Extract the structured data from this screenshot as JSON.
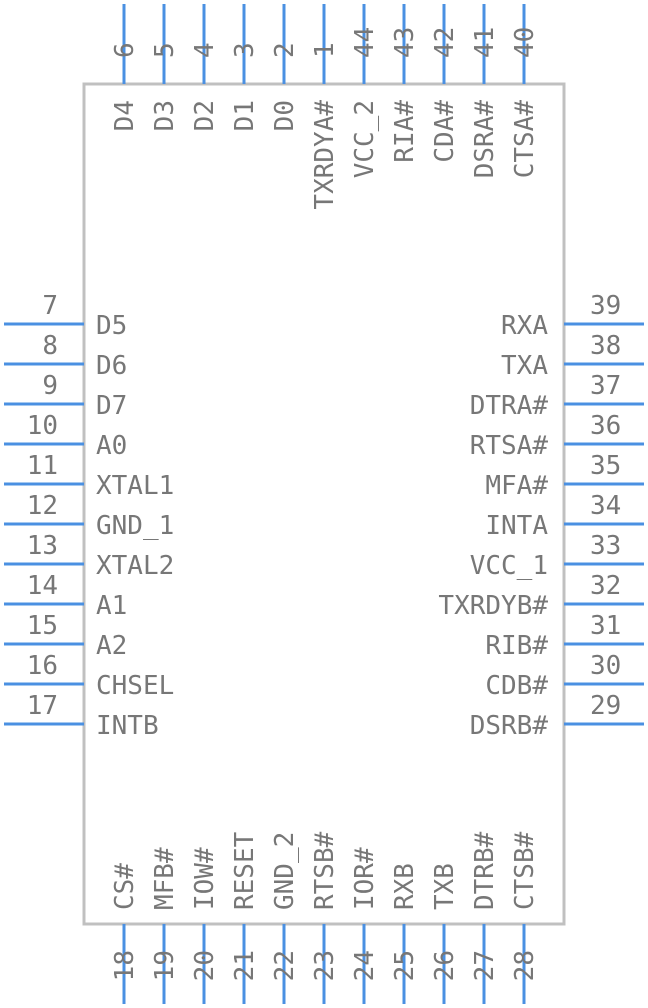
{
  "pin_color": "#4A90E2",
  "body_color": "#C0C0C0",
  "text_color": "#777777",
  "top_pins": [
    [
      "6",
      "D4"
    ],
    [
      "5",
      "D3"
    ],
    [
      "4",
      "D2"
    ],
    [
      "3",
      "D1"
    ],
    [
      "2",
      "D0"
    ],
    [
      "1",
      "TXRDYA#"
    ],
    [
      "44",
      "VCC_2"
    ],
    [
      "43",
      "RIA#"
    ],
    [
      "42",
      "CDA#"
    ],
    [
      "41",
      "DSRA#"
    ],
    [
      "40",
      "CTSA#"
    ]
  ],
  "bottom_pins": [
    [
      "18",
      "CS#"
    ],
    [
      "19",
      "MFB#"
    ],
    [
      "20",
      "IOW#"
    ],
    [
      "21",
      "RESET"
    ],
    [
      "22",
      "GND_2"
    ],
    [
      "23",
      "RTSB#"
    ],
    [
      "24",
      "IOR#"
    ],
    [
      "25",
      "RXB"
    ],
    [
      "26",
      "TXB"
    ],
    [
      "27",
      "DTRB#"
    ],
    [
      "28",
      "CTSB#"
    ]
  ],
  "left_pins": [
    [
      "7",
      "D5"
    ],
    [
      "8",
      "D6"
    ],
    [
      "9",
      "D7"
    ],
    [
      "10",
      "A0"
    ],
    [
      "11",
      "XTAL1"
    ],
    [
      "12",
      "GND_1"
    ],
    [
      "13",
      "XTAL2"
    ],
    [
      "14",
      "A1"
    ],
    [
      "15",
      "A2"
    ],
    [
      "16",
      "CHSEL"
    ],
    [
      "17",
      "INTB"
    ]
  ],
  "right_pins": [
    [
      "39",
      "RXA"
    ],
    [
      "38",
      "TXA"
    ],
    [
      "37",
      "DTRA#"
    ],
    [
      "36",
      "RTSA#"
    ],
    [
      "35",
      "MFA#"
    ],
    [
      "34",
      "INTA"
    ],
    [
      "33",
      "VCC_1"
    ],
    [
      "32",
      "TXRDYB#"
    ],
    [
      "31",
      "RIB#"
    ],
    [
      "30",
      "CDB#"
    ],
    [
      "29",
      "DSRB#"
    ]
  ]
}
